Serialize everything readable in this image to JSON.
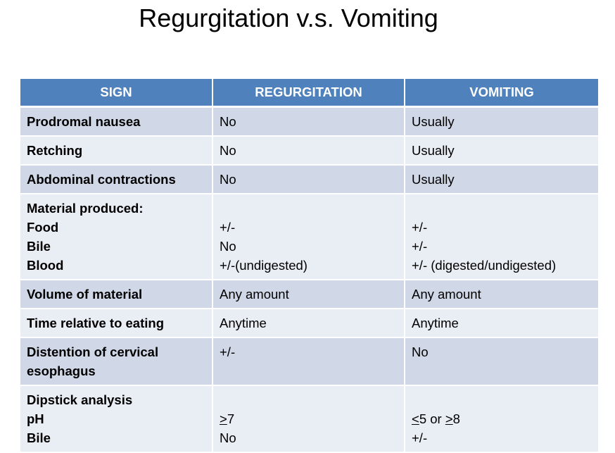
{
  "title": "Regurgitation v.s. Vomiting",
  "table": {
    "headers": [
      "SIGN",
      "REGURGITATION",
      "VOMITING"
    ],
    "rows": [
      {
        "sign": "Prodromal nausea",
        "regurgitation": "No",
        "vomiting": "Usually"
      },
      {
        "sign": "Retching",
        "regurgitation": "No",
        "vomiting": "Usually"
      },
      {
        "sign": "Abdominal contractions",
        "regurgitation": "No",
        "vomiting": "Usually"
      },
      {
        "sign_lines": [
          "Material produced:",
          "Food",
          "Bile",
          "Blood"
        ],
        "regurgitation_lines": [
          "+/-",
          "No",
          "+/-(undigested)"
        ],
        "vomiting_lines": [
          "+/-",
          "+/-",
          "+/- (digested/undigested)"
        ]
      },
      {
        "sign": "Volume of material",
        "regurgitation": "Any amount",
        "vomiting": "Any amount"
      },
      {
        "sign": "Time relative to eating",
        "regurgitation": "Anytime",
        "vomiting": "Anytime"
      },
      {
        "sign": "Distention of cervical esophagus",
        "regurgitation": "+/-",
        "vomiting": "No"
      },
      {
        "sign_lines": [
          "Dipstick analysis",
          "pH",
          "Bile"
        ],
        "regurgitation_ph": {
          "symbol": ">",
          "value": "7"
        },
        "regurgitation_bile": "No",
        "vomiting_ph": {
          "symbol1": "<",
          "middle": "5 or ",
          "symbol2": ">",
          "value": "8"
        },
        "vomiting_bile": "+/-"
      }
    ]
  }
}
